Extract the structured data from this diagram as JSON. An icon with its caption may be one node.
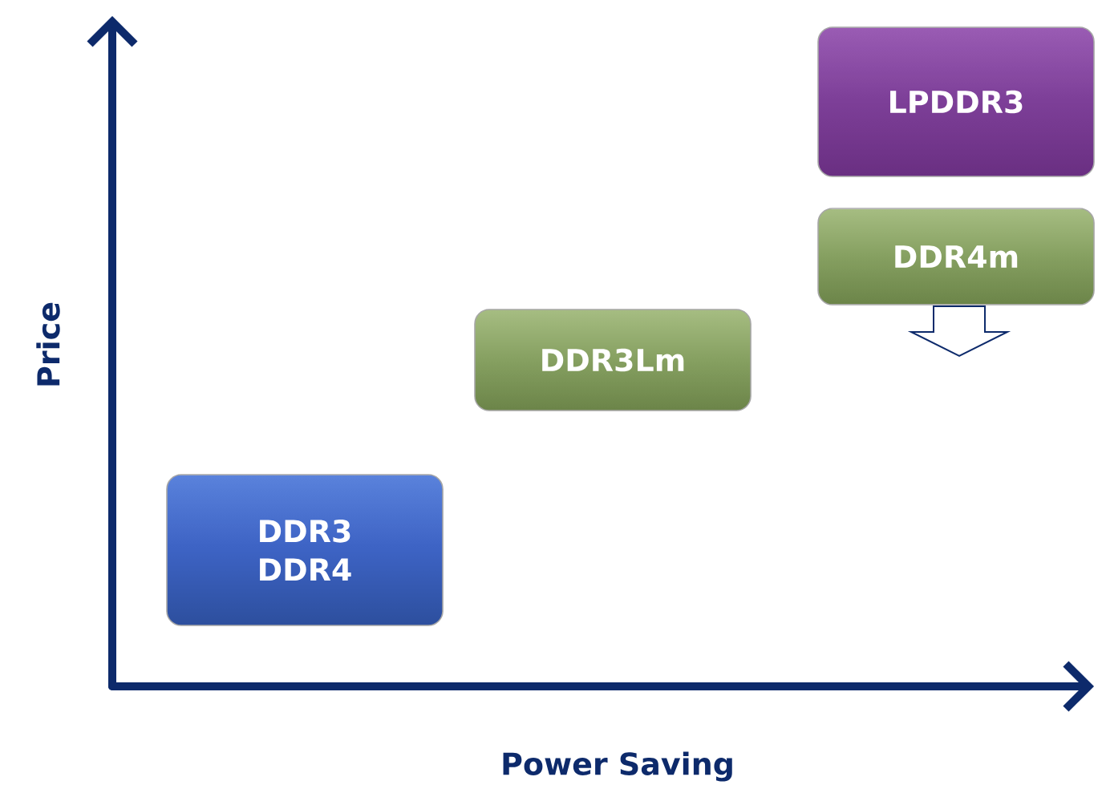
{
  "diagram": {
    "nodes": [
      {
        "text": [
          "LPDDR3"
        ]
      },
      {
        "text": [
          "DDR4m"
        ]
      },
      {
        "text": [
          "DDR3Lm"
        ]
      },
      {
        "text": [
          "DDR3 DDR4"
        ]
      }
    ],
    "labels": [
      "Price",
      "Power Saving"
    ]
  }
}
